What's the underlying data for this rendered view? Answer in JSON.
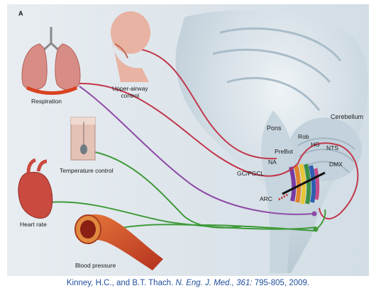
{
  "panel_label": "A",
  "organs": {
    "respiration": "Respiration",
    "upper_airway": "Upper-airway\ncontrol",
    "temperature": "Temperature control",
    "heart_rate": "Heart rate",
    "blood_pressure": "Blood pressure"
  },
  "brain_labels": {
    "pons": "Pons",
    "cerebellum": "Cerebellum",
    "prebot": "PreBot",
    "rob": "Rob",
    "hg": "HG",
    "nts": "NTS",
    "na": "NA",
    "dmx": "DMX",
    "gc_pgcl": "GC/PGCL",
    "arc": "ARC"
  },
  "citation": {
    "authors": "Kinney, H.C., and B.T. Thach.",
    "journal": "N. Eng. J. Med., 361:",
    "pages": " 795-805, 2009."
  },
  "colors": {
    "respiration_path": "#c2364a",
    "upper_airway_path": "#c2364a",
    "respiration_to_brainstem": "#8e4aa6",
    "autonomic_paths": "#3f9a3a",
    "citation": "#1f4e9c"
  }
}
